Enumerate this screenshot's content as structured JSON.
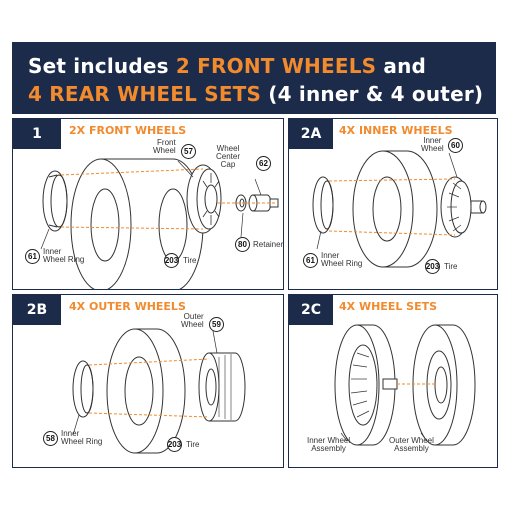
{
  "header": {
    "line1_a": "Set includes ",
    "line1_b": "2 FRONT WHEELS",
    "line1_c": " and",
    "line2_a": "4 REAR WHEEL SETS",
    "line2_b": " (4 inner & 4 outer)"
  },
  "colors": {
    "navy": "#1c2b4a",
    "orange": "#f28a2e"
  },
  "panels": {
    "p1": {
      "tab": "1",
      "title": "2X FRONT WHEELS",
      "front_wheel": {
        "label": "Front\nWheel",
        "num": "57"
      },
      "center_cap": {
        "label": "Wheel\nCenter\nCap",
        "num": "62"
      },
      "retainer": {
        "label": "Retainer",
        "num": "80"
      },
      "tire": {
        "label": "Tire",
        "num": "203"
      },
      "inner_ring": {
        "label": "Inner\nWheel Ring",
        "num": "61"
      }
    },
    "p2a": {
      "tab": "2A",
      "title": "4X INNER WHEELS",
      "inner_wheel": {
        "label": "Inner\nWheel",
        "num": "60"
      },
      "inner_ring": {
        "label": "Inner\nWheel Ring",
        "num": "61"
      },
      "tire": {
        "label": "Tire",
        "num": "203"
      }
    },
    "p2b": {
      "tab": "2B",
      "title": "4X OUTER WHEELS",
      "outer_wheel": {
        "label": "Outer\nWheel",
        "num": "59"
      },
      "inner_ring": {
        "label": "Inner\nWheel Ring",
        "num": "58"
      },
      "tire": {
        "label": "Tire",
        "num": "203"
      }
    },
    "p2c": {
      "tab": "2C",
      "title": "4X WHEEL SETS",
      "inner_assembly": {
        "label": "Inner Wheel\nAssembly"
      },
      "outer_assembly": {
        "label": "Outer Wheel\nAssembly"
      }
    }
  }
}
